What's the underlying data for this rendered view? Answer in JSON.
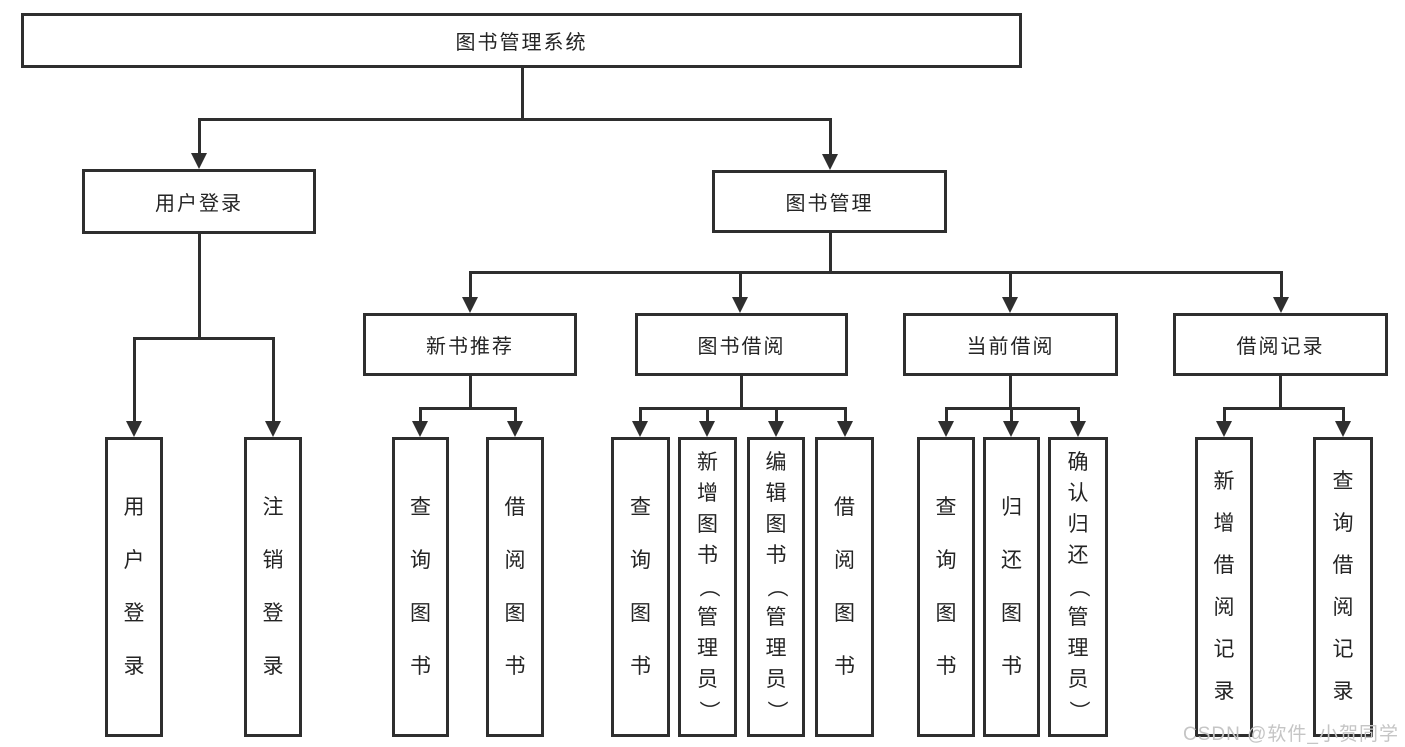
{
  "colors": {
    "line": "#2e2e2e",
    "text": "#242424",
    "background": "#ffffff",
    "watermark_text": "#c5c5c5"
  },
  "watermark": {
    "text": "CSDN @软件_小贺同学"
  },
  "diagram": {
    "title": "图书管理系统",
    "nodes": [
      {
        "id": "system",
        "label": "图书管理系统",
        "parent": null,
        "orientation": "horizontal"
      },
      {
        "id": "user-login",
        "label": "用户登录",
        "parent": "system",
        "orientation": "horizontal"
      },
      {
        "id": "book-management",
        "label": "图书管理",
        "parent": "system",
        "orientation": "horizontal"
      },
      {
        "id": "new-book-recommend",
        "label": "新书推荐",
        "parent": "book-management",
        "orientation": "horizontal"
      },
      {
        "id": "book-borrow",
        "label": "图书借阅",
        "parent": "book-management",
        "orientation": "horizontal"
      },
      {
        "id": "current-borrow",
        "label": "当前借阅",
        "parent": "book-management",
        "orientation": "horizontal"
      },
      {
        "id": "borrow-records",
        "label": "借阅记录",
        "parent": "book-management",
        "orientation": "horizontal"
      },
      {
        "id": "leaf-user-login",
        "label": "用户登录",
        "parent": "user-login",
        "orientation": "vertical"
      },
      {
        "id": "leaf-logout",
        "label": "注销登录",
        "parent": "user-login",
        "orientation": "vertical"
      },
      {
        "id": "leaf-nb-query",
        "label": "查询图书",
        "parent": "new-book-recommend",
        "orientation": "vertical"
      },
      {
        "id": "leaf-nb-borrow",
        "label": "借阅图书",
        "parent": "new-book-recommend",
        "orientation": "vertical"
      },
      {
        "id": "leaf-bb-query",
        "label": "查询图书",
        "parent": "book-borrow",
        "orientation": "vertical"
      },
      {
        "id": "leaf-bb-add",
        "label": "新增图书（管理员）",
        "parent": "book-borrow",
        "orientation": "vertical"
      },
      {
        "id": "leaf-bb-edit",
        "label": "编辑图书（管理员）",
        "parent": "book-borrow",
        "orientation": "vertical"
      },
      {
        "id": "leaf-bb-borrow",
        "label": "借阅图书",
        "parent": "book-borrow",
        "orientation": "vertical"
      },
      {
        "id": "leaf-cb-query",
        "label": "查询图书",
        "parent": "current-borrow",
        "orientation": "vertical"
      },
      {
        "id": "leaf-cb-return",
        "label": "归还图书",
        "parent": "current-borrow",
        "orientation": "vertical"
      },
      {
        "id": "leaf-cb-confirm",
        "label": "确认归还（管理员）",
        "parent": "current-borrow",
        "orientation": "vertical"
      },
      {
        "id": "leaf-br-add",
        "label": "新增借阅记录",
        "parent": "borrow-records",
        "orientation": "vertical"
      },
      {
        "id": "leaf-br-query",
        "label": "查询借阅记录",
        "parent": "borrow-records",
        "orientation": "vertical"
      }
    ]
  }
}
